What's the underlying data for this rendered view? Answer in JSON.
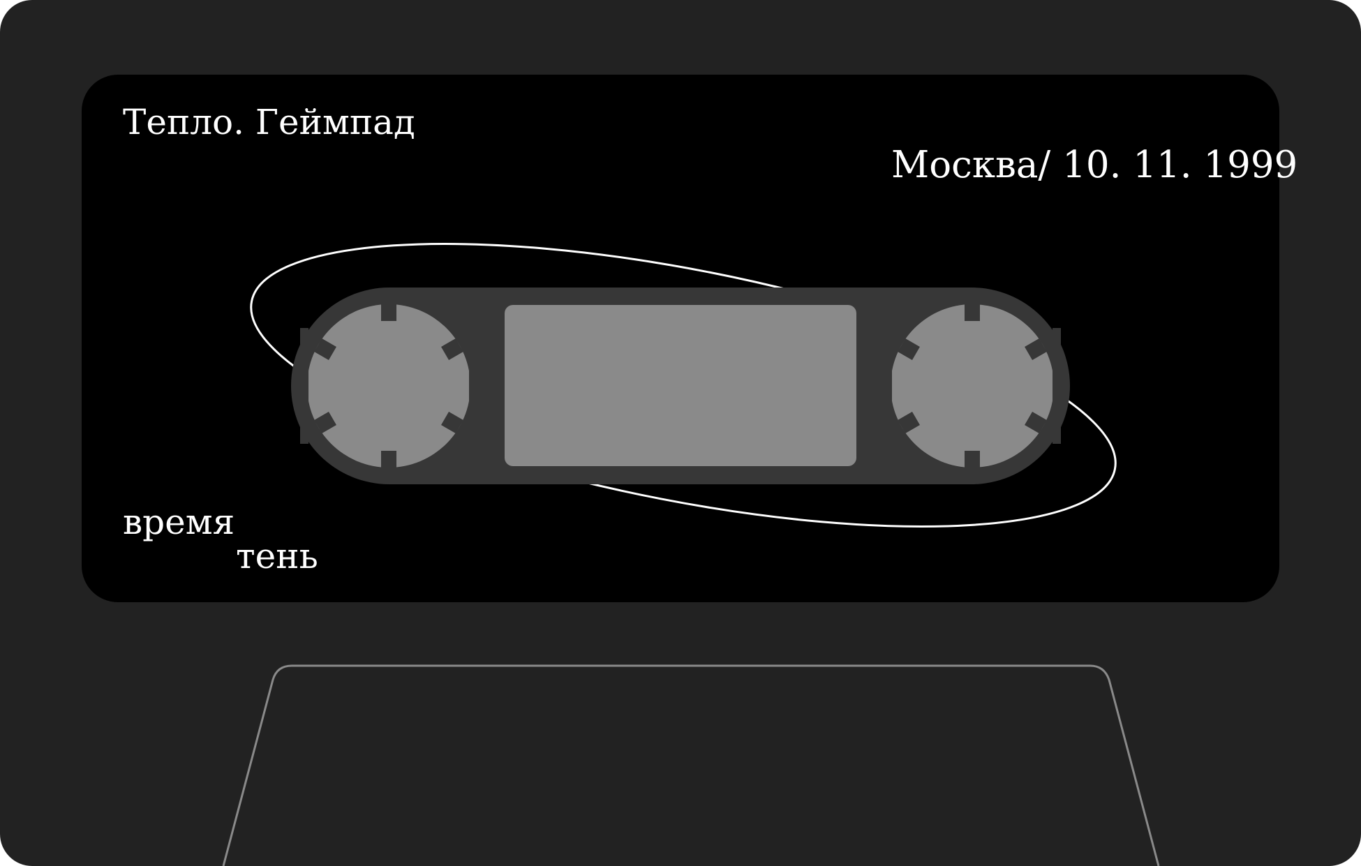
{
  "label": {
    "title": "Тепло. Геймпад",
    "place_date": "Москва/ 10. 11. 1999",
    "word_1": "время",
    "word_2": "тень"
  },
  "colors": {
    "shell": "#222222",
    "label": "#000000",
    "window_plate": "#373737",
    "reel": "#8a8a8a",
    "tape_loop": "#ffffff",
    "trapezoid_outline": "#8a8a8a"
  }
}
